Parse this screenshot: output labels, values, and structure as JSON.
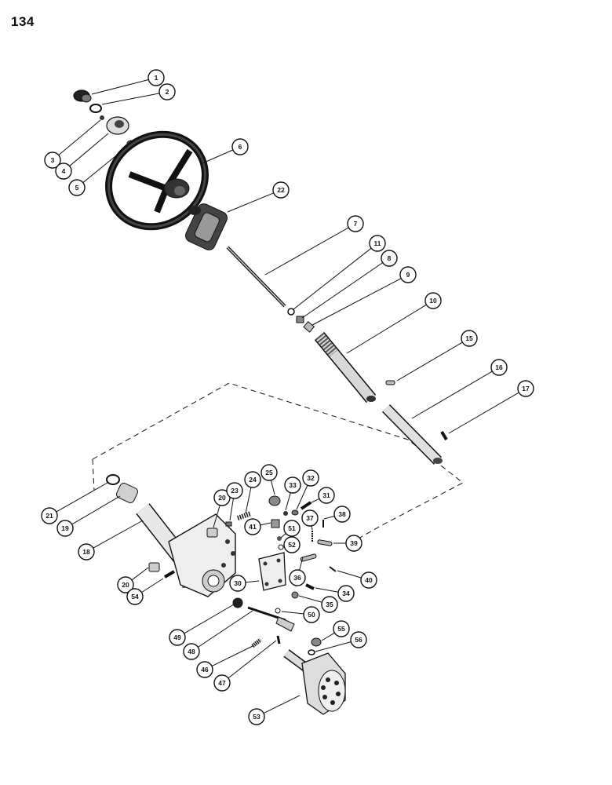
{
  "page_number": "134",
  "callouts": [
    {
      "id": "c1",
      "label": "1"
    },
    {
      "id": "c2",
      "label": "2"
    },
    {
      "id": "c3",
      "label": "3"
    },
    {
      "id": "c4",
      "label": "4"
    },
    {
      "id": "c5",
      "label": "5"
    },
    {
      "id": "c6",
      "label": "6"
    },
    {
      "id": "c22",
      "label": "22"
    },
    {
      "id": "c7",
      "label": "7"
    },
    {
      "id": "c11",
      "label": "11"
    },
    {
      "id": "c8",
      "label": "8"
    },
    {
      "id": "c9",
      "label": "9"
    },
    {
      "id": "c10",
      "label": "10"
    },
    {
      "id": "c15",
      "label": "15"
    },
    {
      "id": "c16",
      "label": "16"
    },
    {
      "id": "c17",
      "label": "17"
    },
    {
      "id": "c21",
      "label": "21"
    },
    {
      "id": "c19",
      "label": "19"
    },
    {
      "id": "c18",
      "label": "18"
    },
    {
      "id": "c20a",
      "label": "20"
    },
    {
      "id": "c23",
      "label": "23"
    },
    {
      "id": "c24",
      "label": "24"
    },
    {
      "id": "c25",
      "label": "25"
    },
    {
      "id": "c33",
      "label": "33"
    },
    {
      "id": "c32",
      "label": "32"
    },
    {
      "id": "c31",
      "label": "31"
    },
    {
      "id": "c41",
      "label": "41"
    },
    {
      "id": "c51",
      "label": "51"
    },
    {
      "id": "c37",
      "label": "37"
    },
    {
      "id": "c38",
      "label": "38"
    },
    {
      "id": "c52",
      "label": "52"
    },
    {
      "id": "c39",
      "label": "39"
    },
    {
      "id": "c20b",
      "label": "20"
    },
    {
      "id": "c54",
      "label": "54"
    },
    {
      "id": "c30",
      "label": "30"
    },
    {
      "id": "c36",
      "label": "36"
    },
    {
      "id": "c40",
      "label": "40"
    },
    {
      "id": "c34",
      "label": "34"
    },
    {
      "id": "c35",
      "label": "35"
    },
    {
      "id": "c50",
      "label": "50"
    },
    {
      "id": "c49",
      "label": "49"
    },
    {
      "id": "c48",
      "label": "48"
    },
    {
      "id": "c55",
      "label": "55"
    },
    {
      "id": "c56",
      "label": "56"
    },
    {
      "id": "c46",
      "label": "46"
    },
    {
      "id": "c47",
      "label": "47"
    },
    {
      "id": "c53",
      "label": "53"
    }
  ]
}
